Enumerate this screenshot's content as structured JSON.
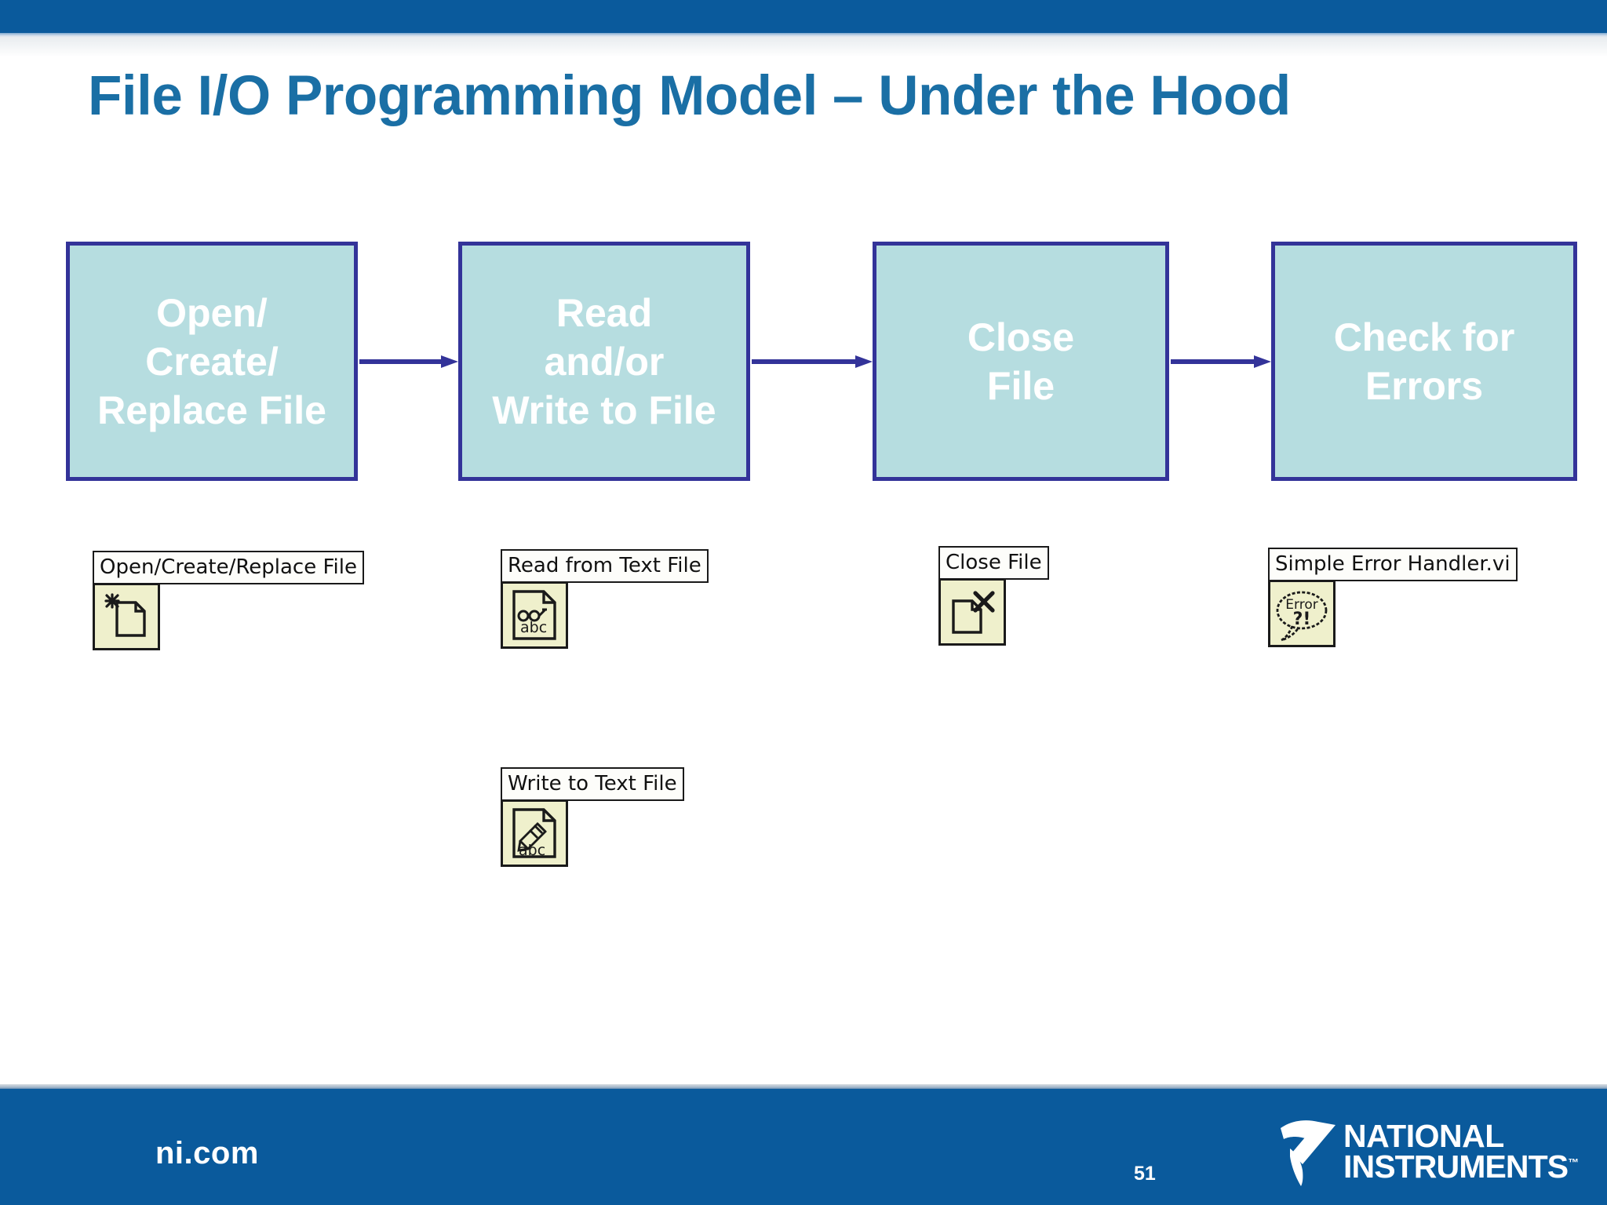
{
  "slide": {
    "title": "File I/O Programming Model – Under the Hood",
    "page_number": "51",
    "accent_blue": "#0a5a9c",
    "title_color": "#1a6fa5",
    "box_fill": "#b6dde0",
    "box_border": "#333399",
    "vi_icon_fill": "#eff0cc"
  },
  "flow": {
    "boxes": [
      {
        "label": "Open/\nCreate/\nReplace File"
      },
      {
        "label": "Read\nand/or\nWrite to File"
      },
      {
        "label": "Close\nFile"
      },
      {
        "label": "Check for\nErrors"
      }
    ],
    "arrows": [
      {
        "name": "arrow-right-icon"
      },
      {
        "name": "arrow-right-icon"
      },
      {
        "name": "arrow-right-icon"
      }
    ]
  },
  "vis": [
    {
      "label": "Open/Create/Replace File",
      "icon": "document-sparkle-icon"
    },
    {
      "label": "Read from Text File",
      "icon": "document-glasses-abc-icon"
    },
    {
      "label": "Close File",
      "icon": "document-x-icon"
    },
    {
      "label": "Simple Error Handler.vi",
      "icon": "error-speech-bubble-icon"
    },
    {
      "label": "Write to Text File",
      "icon": "document-pencil-abc-icon"
    }
  ],
  "footer": {
    "ni_com": "ni.com",
    "logo_line1": "NATIONAL",
    "logo_line2": "INSTRUMENTS",
    "logo_tm": "™"
  }
}
